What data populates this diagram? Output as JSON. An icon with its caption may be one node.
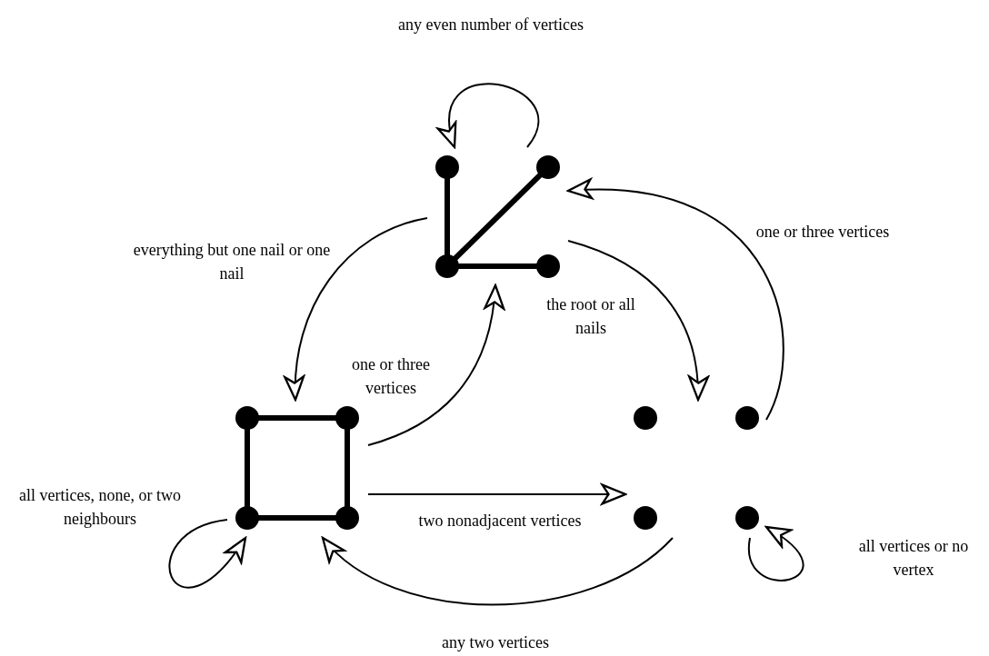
{
  "diagram": {
    "nodes": [
      {
        "text": [],
        "shape": "graph"
      },
      {
        "text": [],
        "shape": "graph"
      },
      {
        "text": [],
        "shape": "graph"
      }
    ],
    "edges": [
      {
        "from": 0,
        "to": 0,
        "arrow": "to",
        "label": "any even number of vertices"
      },
      {
        "from": 0,
        "to": 1,
        "arrow": "to",
        "label": "everything but one nail or one nail"
      },
      {
        "from": 1,
        "to": 0,
        "arrow": "to",
        "label": "one or three vertices"
      },
      {
        "from": 0,
        "to": 2,
        "arrow": "to",
        "label": "the root or all nails"
      },
      {
        "from": 2,
        "to": 0,
        "arrow": "to",
        "label": "one or three vertices"
      },
      {
        "from": 1,
        "to": 2,
        "arrow": "to",
        "label": "two nonadjacent vertices"
      },
      {
        "from": 2,
        "to": 1,
        "arrow": "to",
        "label": "any two vertices"
      },
      {
        "from": 1,
        "to": 1,
        "arrow": "to",
        "label": "all vertices, none, or two neighbours"
      },
      {
        "from": 2,
        "to": 2,
        "arrow": "to",
        "label": "all vertices or no vertex"
      }
    ]
  }
}
